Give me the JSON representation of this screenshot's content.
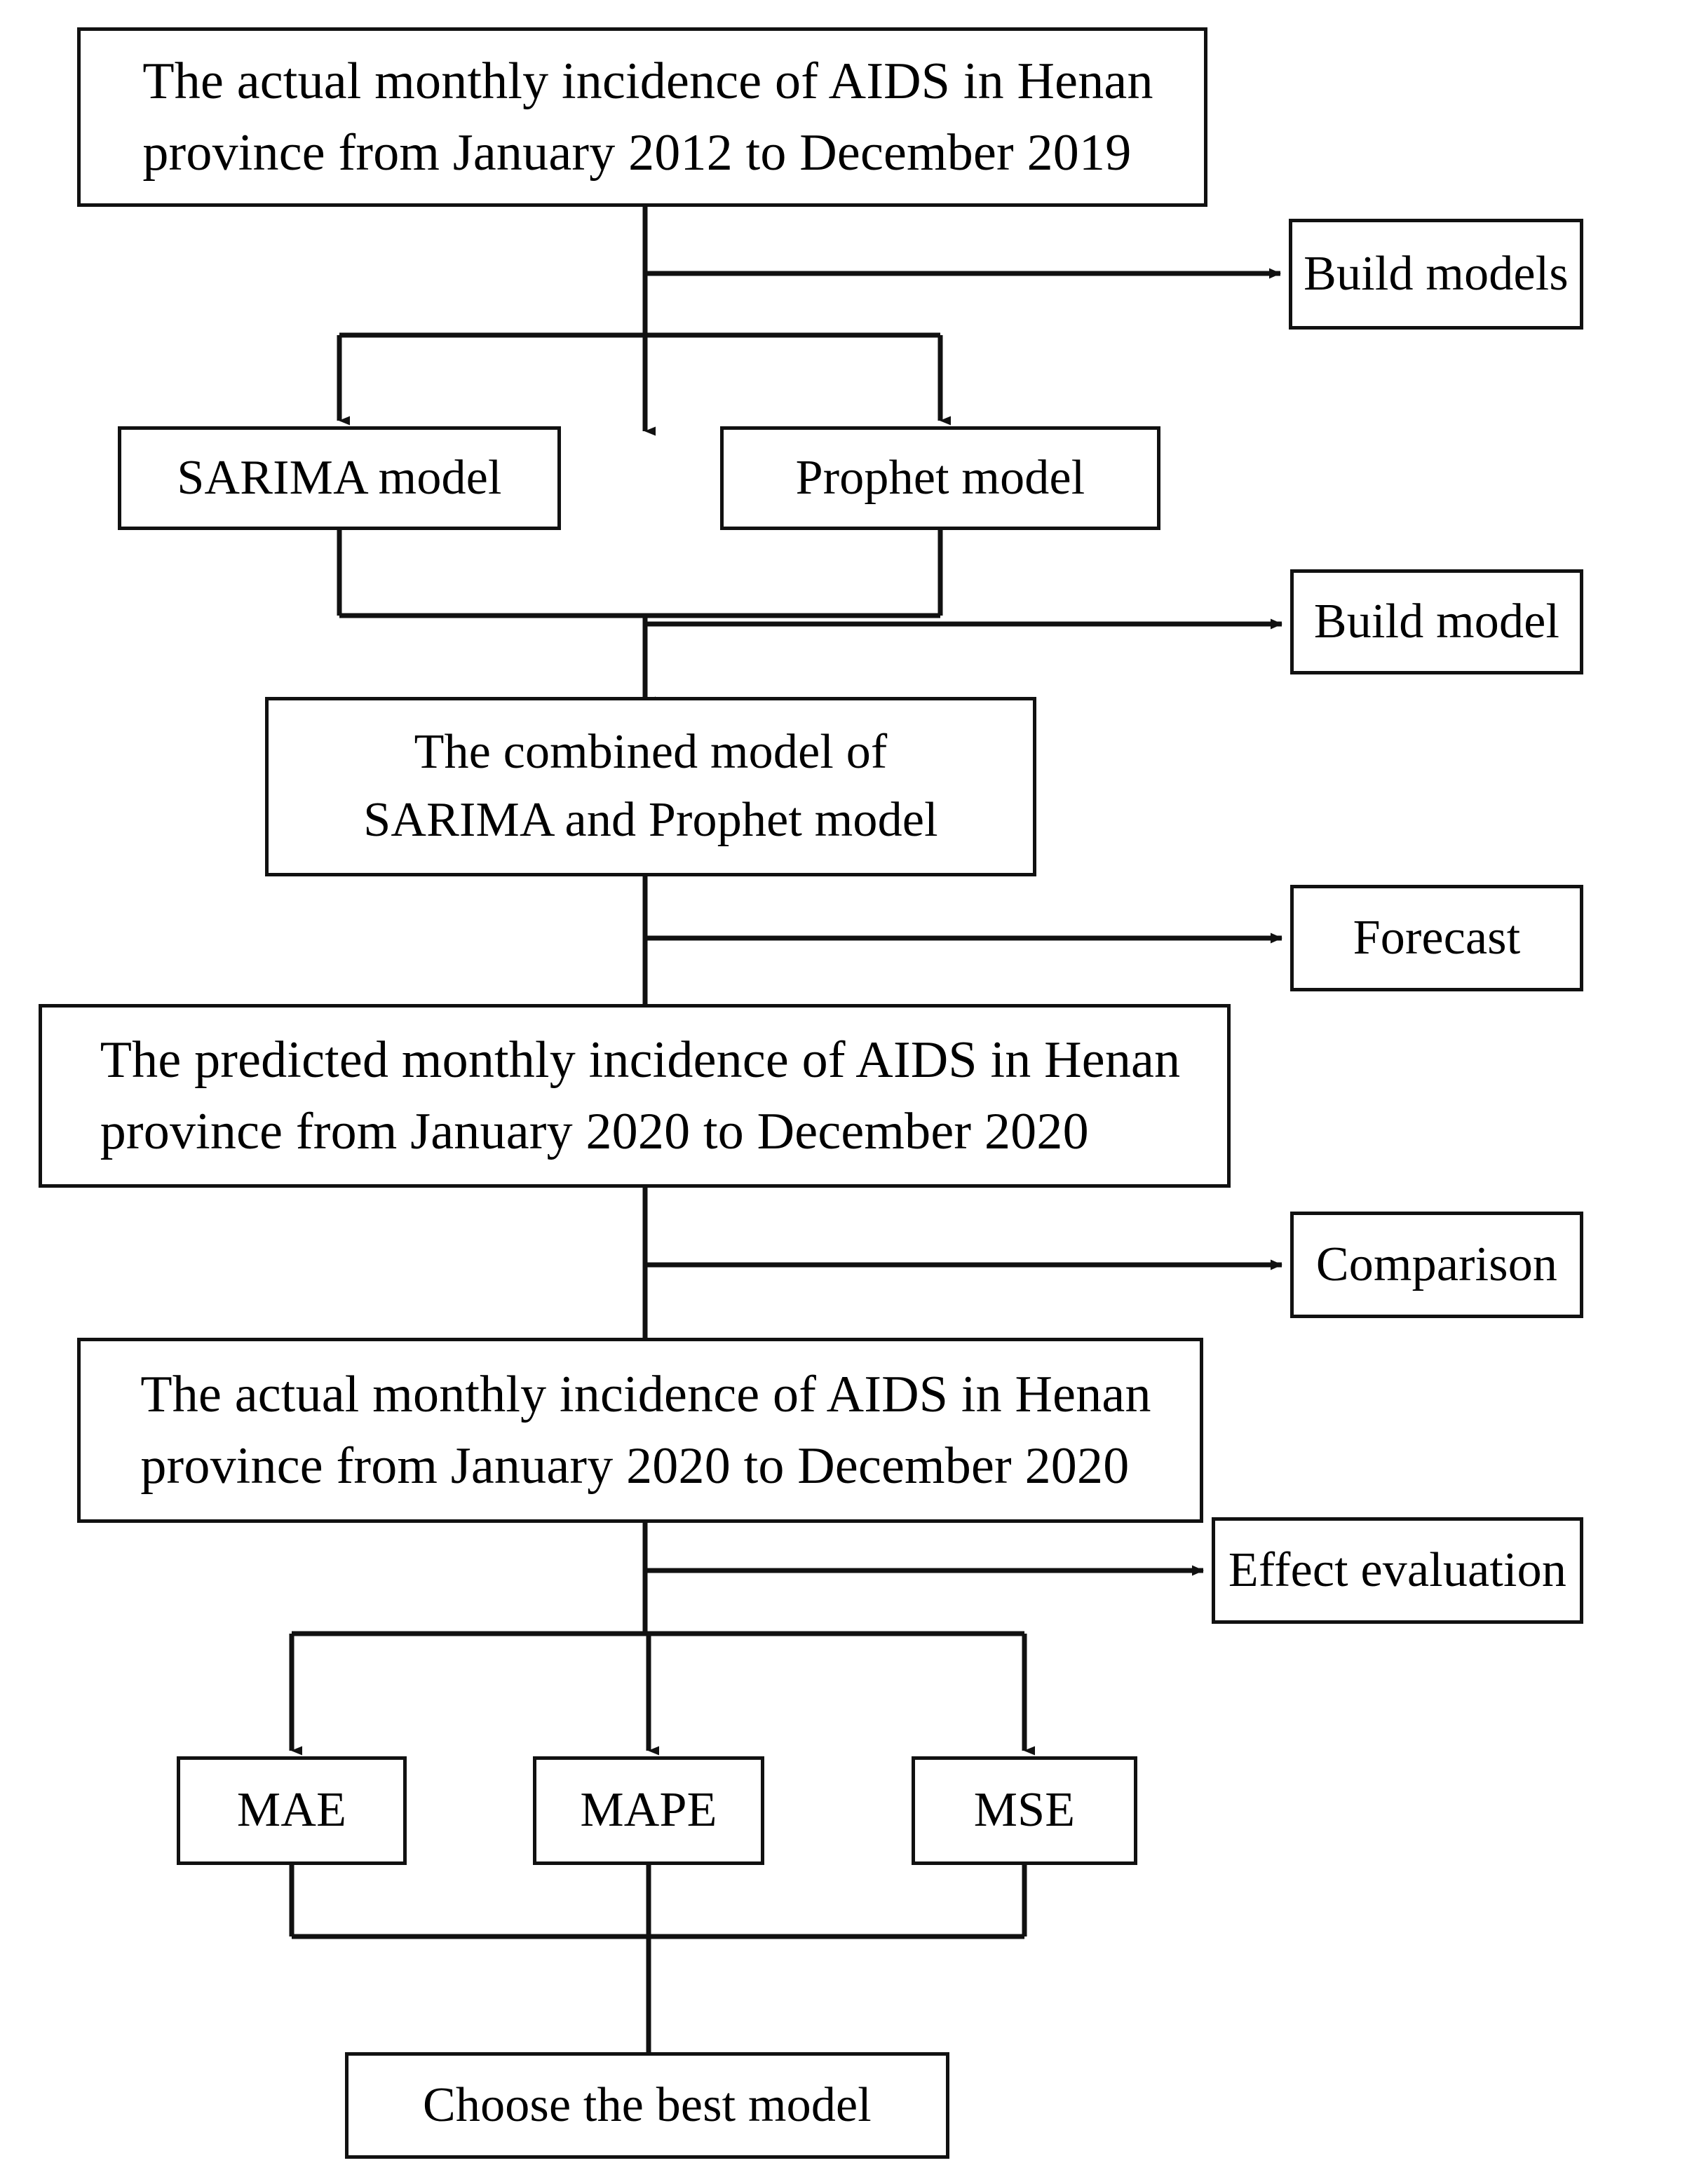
{
  "diagram": {
    "title": "AIDS incidence forecasting model workflow flowchart",
    "type": "flowchart",
    "orientation": "top-to-bottom",
    "stroke_color": "#111111",
    "background_color": "#ffffff"
  },
  "nodes": {
    "source": {
      "id": "source",
      "label": "The actual monthly incidence of AIDS in Henan\nprovince from January 2012 to December 2019",
      "shape": "rectangle"
    },
    "build_models": {
      "id": "build-models",
      "label": "Build models",
      "shape": "rectangle",
      "role": "annotation"
    },
    "sarima": {
      "id": "sarima",
      "label": "SARIMA model",
      "shape": "rectangle"
    },
    "prophet": {
      "id": "prophet",
      "label": "Prophet model",
      "shape": "rectangle"
    },
    "build_model": {
      "id": "build-model",
      "label": "Build model",
      "shape": "rectangle",
      "role": "annotation"
    },
    "combined": {
      "id": "combined",
      "label": "The combined model of\nSARIMA and Prophet model",
      "shape": "rectangle"
    },
    "forecast": {
      "id": "forecast",
      "label": "Forecast",
      "shape": "rectangle",
      "role": "annotation"
    },
    "predicted": {
      "id": "predicted",
      "label": "The predicted monthly incidence of AIDS in Henan\nprovince from January 2020 to December 2020",
      "shape": "rectangle"
    },
    "comparison": {
      "id": "comparison",
      "label": "Comparison",
      "shape": "rectangle",
      "role": "annotation"
    },
    "actual2020": {
      "id": "actual2020",
      "label": "The actual monthly incidence of AIDS in Henan\nprovince from January 2020 to December 2020",
      "shape": "rectangle"
    },
    "effect_evaluation": {
      "id": "effect-evaluation",
      "label": "Effect evaluation",
      "shape": "rectangle",
      "role": "annotation"
    },
    "mae": {
      "id": "mae",
      "label": "MAE",
      "shape": "rectangle"
    },
    "mape": {
      "id": "mape",
      "label": "MAPE",
      "shape": "rectangle"
    },
    "mse": {
      "id": "mse",
      "label": "MSE",
      "shape": "rectangle"
    },
    "choose": {
      "id": "choose",
      "label": "Choose the best model",
      "shape": "rectangle"
    }
  },
  "edges": [
    {
      "from": "source",
      "to": "build_models",
      "style": "arrow-right",
      "label": ""
    },
    {
      "from": "source",
      "to": "sarima",
      "style": "arrow-down",
      "label": ""
    },
    {
      "from": "source",
      "to": "prophet",
      "style": "arrow-down",
      "label": ""
    },
    {
      "from": "sarima",
      "to": "combined",
      "style": "arrow-down",
      "label": ""
    },
    {
      "from": "prophet",
      "to": "combined",
      "style": "arrow-down",
      "label": ""
    },
    {
      "from": "sarima_prophet_merge",
      "to": "build_model",
      "style": "arrow-right",
      "label": ""
    },
    {
      "from": "combined",
      "to": "forecast",
      "style": "arrow-right",
      "label": ""
    },
    {
      "from": "combined",
      "to": "predicted",
      "style": "arrow-down",
      "label": ""
    },
    {
      "from": "predicted",
      "to": "comparison",
      "style": "arrow-right",
      "label": ""
    },
    {
      "from": "predicted",
      "to": "actual2020",
      "style": "arrow-down",
      "label": ""
    },
    {
      "from": "actual2020",
      "to": "effect_evaluation",
      "style": "arrow-right",
      "label": ""
    },
    {
      "from": "actual2020",
      "to": "mae",
      "style": "arrow-down",
      "label": ""
    },
    {
      "from": "actual2020",
      "to": "mape",
      "style": "arrow-down",
      "label": ""
    },
    {
      "from": "actual2020",
      "to": "mse",
      "style": "arrow-down",
      "label": ""
    },
    {
      "from": "mae",
      "to": "choose",
      "style": "arrow-down",
      "label": ""
    },
    {
      "from": "mape",
      "to": "choose",
      "style": "arrow-down",
      "label": ""
    },
    {
      "from": "mse",
      "to": "choose",
      "style": "arrow-down",
      "label": ""
    }
  ]
}
